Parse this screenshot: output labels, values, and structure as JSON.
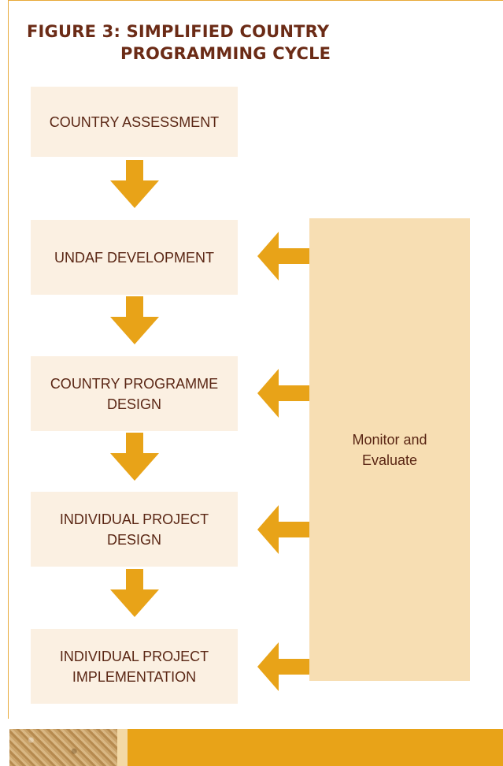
{
  "figure": {
    "title_line1": "FIGURE 3: SIMPLIFIED COUNTRY",
    "title_line2": "PROGRAMMING CYCLE"
  },
  "steps": [
    {
      "label": "COUNTRY ASSESSMENT"
    },
    {
      "label": "UNDAF DEVELOPMENT"
    },
    {
      "label": "COUNTRY PROGRAMME\nDESIGN"
    },
    {
      "label": "INDIVIDUAL PROJECT\nDESIGN"
    },
    {
      "label": "INDIVIDUAL PROJECT\nIMPLEMENTATION"
    }
  ],
  "monitor": {
    "label": "Monitor and\nEvaluate"
  },
  "colors": {
    "arrow": "#e8a318",
    "box": "#fbf0e2",
    "side_panel": "#f7deb3",
    "title": "#6b2b16"
  }
}
